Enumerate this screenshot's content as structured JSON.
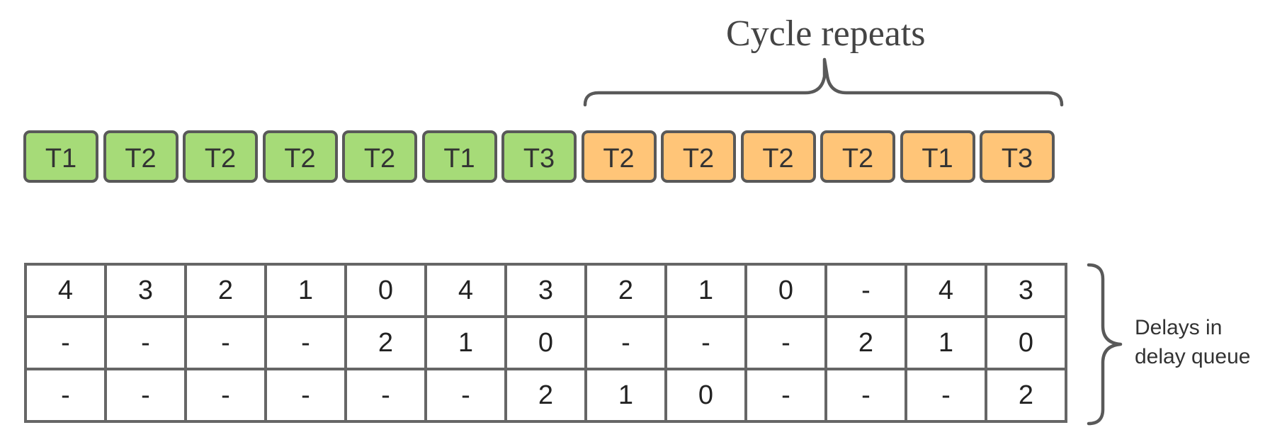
{
  "title": "Cycle repeats",
  "side_label": {
    "line1": "Delays in",
    "line2": "delay queue"
  },
  "colors": {
    "initial": "#a6db78",
    "repeat": "#ffc578",
    "border": "#595959"
  },
  "tasks": [
    {
      "label": "T1",
      "phase": "initial"
    },
    {
      "label": "T2",
      "phase": "initial"
    },
    {
      "label": "T2",
      "phase": "initial"
    },
    {
      "label": "T2",
      "phase": "initial"
    },
    {
      "label": "T2",
      "phase": "initial"
    },
    {
      "label": "T1",
      "phase": "initial"
    },
    {
      "label": "T3",
      "phase": "initial"
    },
    {
      "label": "T2",
      "phase": "repeat"
    },
    {
      "label": "T2",
      "phase": "repeat"
    },
    {
      "label": "T2",
      "phase": "repeat"
    },
    {
      "label": "T2",
      "phase": "repeat"
    },
    {
      "label": "T1",
      "phase": "repeat"
    },
    {
      "label": "T3",
      "phase": "repeat"
    }
  ],
  "delay_rows": [
    [
      "4",
      "3",
      "2",
      "1",
      "0",
      "4",
      "3",
      "2",
      "1",
      "0",
      "-",
      "4",
      "3"
    ],
    [
      "-",
      "-",
      "-",
      "-",
      "2",
      "1",
      "0",
      "-",
      "-",
      "-",
      "2",
      "1",
      "0"
    ],
    [
      "-",
      "-",
      "-",
      "-",
      "-",
      "-",
      "2",
      "1",
      "0",
      "-",
      "-",
      "-",
      "2"
    ]
  ]
}
